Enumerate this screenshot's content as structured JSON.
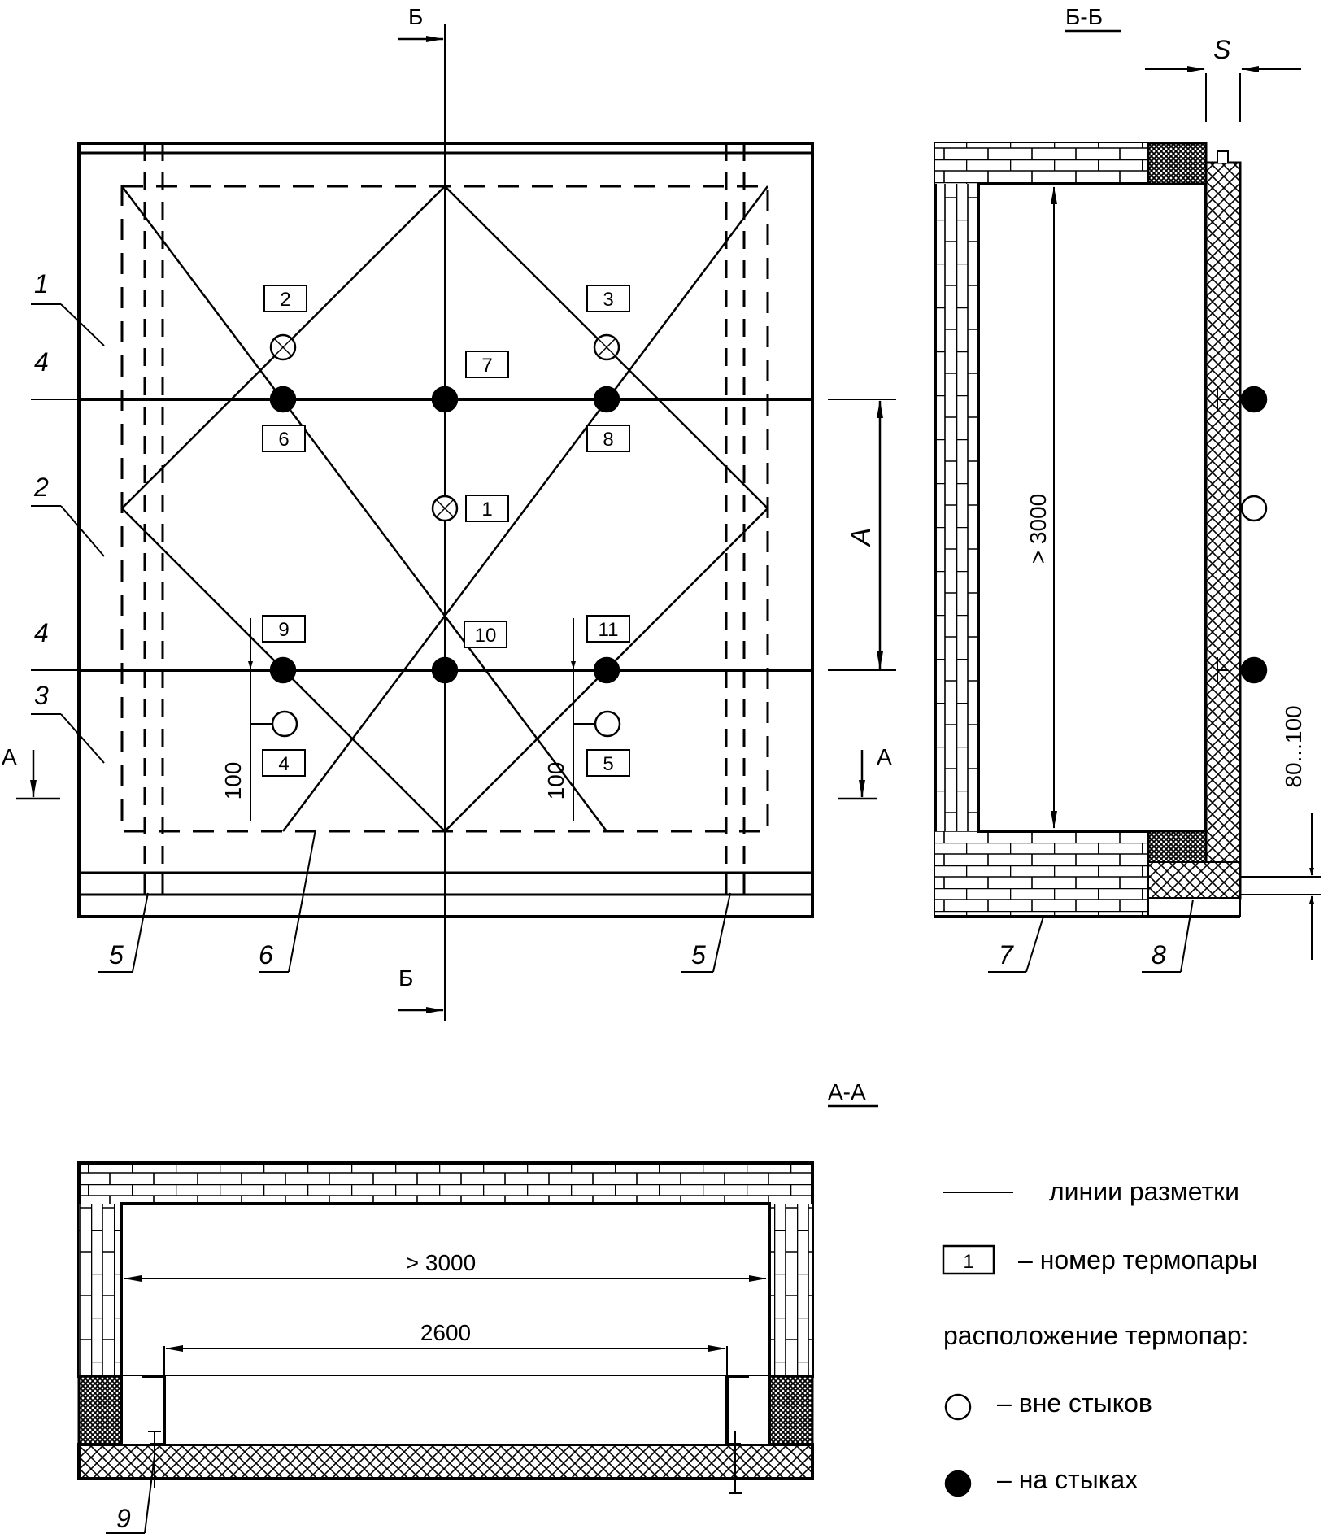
{
  "section_marks": {
    "bb": "Б",
    "aa": "А",
    "bb_title": "Б-Б",
    "aa_title": "А-А"
  },
  "front_view": {
    "callouts": [
      "1",
      "4",
      "2",
      "4",
      "3",
      "5",
      "6",
      "5"
    ],
    "thermocouples": [
      "2",
      "3",
      "7",
      "6",
      "8",
      "1",
      "9",
      "10",
      "11",
      "4",
      "5"
    ],
    "dimensions": {
      "a": "A",
      "left_100": "100",
      "right_100": "100"
    }
  },
  "section_bb": {
    "s_label": "S",
    "height_dim": "> 3000",
    "bottom_dim": "80...100",
    "callouts": [
      "7",
      "8"
    ]
  },
  "section_aa": {
    "width_dim": "> 3000",
    "inner_dim": "2600",
    "callout": "9"
  },
  "legend": {
    "lines_label": "линии разметки",
    "number_sample": "1",
    "number_label": "– номер термопары",
    "placement_title": "расположение термопар:",
    "outside_label": "– вне стыков",
    "joints_label": "– на стыках"
  },
  "colors": {
    "ink": "#000000",
    "paper": "#ffffff"
  }
}
